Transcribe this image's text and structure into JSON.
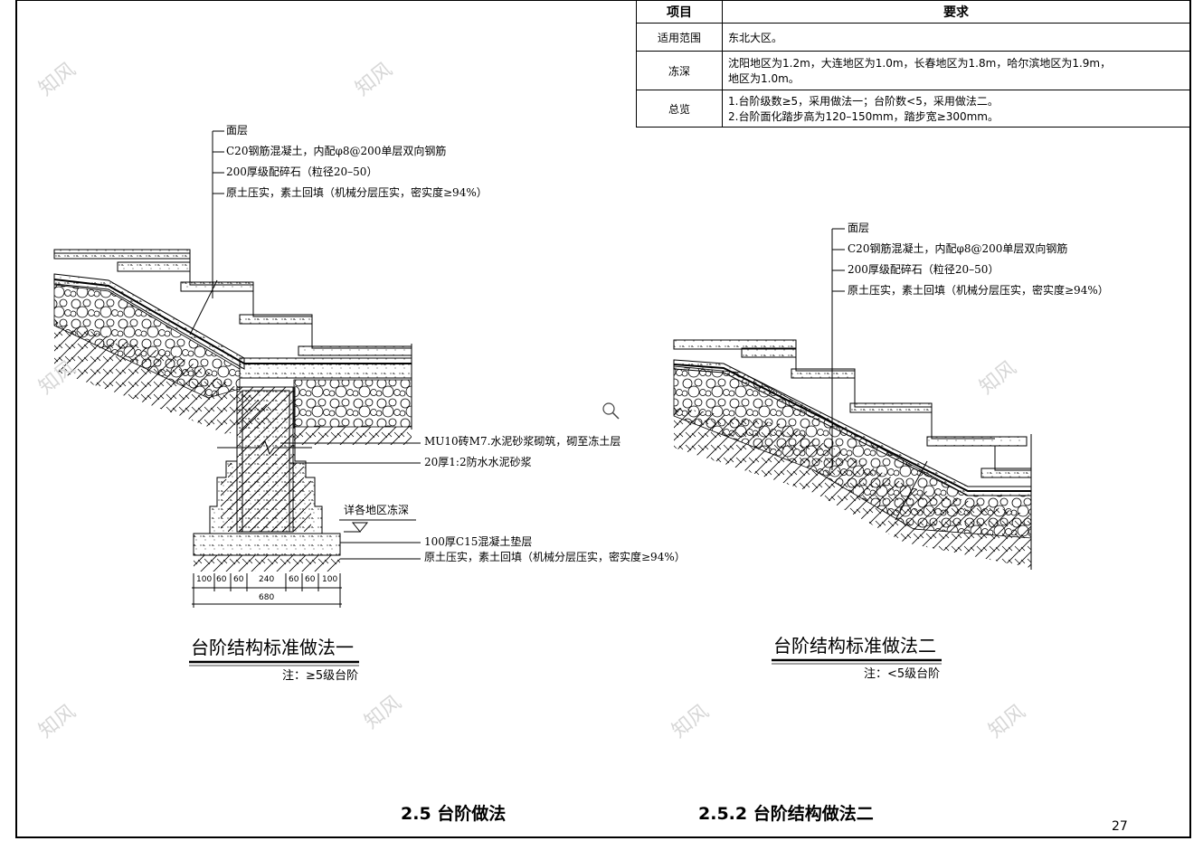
{
  "table": {
    "header": {
      "item": "项目",
      "requirement": "要求"
    },
    "rows": [
      {
        "item": "适用范围",
        "lines": [
          "东北大区。"
        ]
      },
      {
        "item": "冻深",
        "lines": [
          "沈阳地区为1.2m，大连地区为1.0m，长春地区为1.8m，哈尔滨地区为1.9m，",
          "地区为1.0m。"
        ]
      },
      {
        "item": "总览",
        "lines": [
          "1.台阶级数≥5，采用做法一；台阶数<5，采用做法二。",
          "2.台阶面化踏步高为120–150mm，踏步宽≥300mm。"
        ]
      }
    ]
  },
  "detail1": {
    "layers": [
      "面层",
      "C20钢筋混凝土，内配φ8@200单层双向钢筋",
      "200厚级配碎石（粒径20–50）",
      "原土压实，素土回填（机械分层压实，密实度≥94%）"
    ],
    "wall_notes": [
      "MU10砖M7.水泥砂浆砌筑，砌至冻土层",
      "20厚1:2防水水泥砂浆"
    ],
    "frost_note": "详各地区冻深",
    "base_notes": [
      "100厚C15混凝土垫层",
      "原土压实，素土回填（机械分层压实，密实度≥94%）"
    ],
    "dims": [
      "100",
      "60",
      "60",
      "240",
      "60",
      "60",
      "100"
    ],
    "total_dim": "680",
    "title": "台阶结构标准做法一",
    "note": "注：≥5级台阶"
  },
  "detail2": {
    "layers": [
      "面层",
      "C20钢筋混凝土，内配φ8@200单层双向钢筋",
      "200厚级配碎石（粒径20–50）",
      "原土压实，素土回填（机械分层压实，密实度≥94%）"
    ],
    "title": "台阶结构标准做法二",
    "note": "注：<5级台阶"
  },
  "footer": {
    "section": "2.5 台阶做法",
    "subsection": "2.5.2 台阶结构做法二",
    "page": "27"
  },
  "watermark": "知风"
}
